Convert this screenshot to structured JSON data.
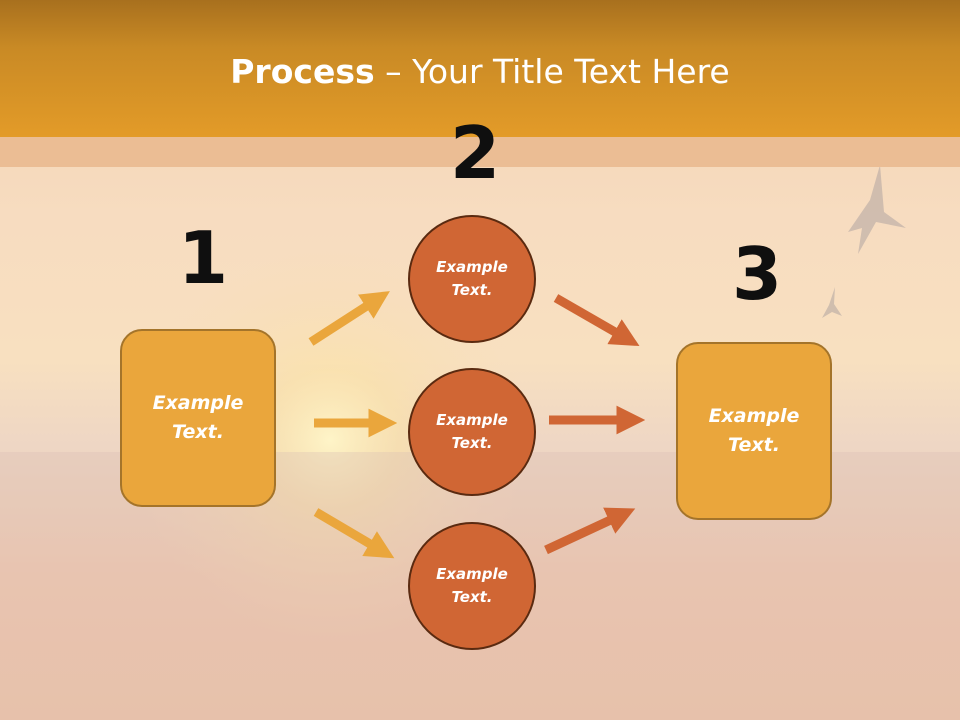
{
  "title": {
    "bold": "Process",
    "rest": " – Your Title Text Here"
  },
  "steps": [
    {
      "number": "1",
      "label": "Example\nText."
    },
    {
      "number": "2"
    },
    {
      "number": "3",
      "label": "Example\nText."
    }
  ],
  "circles": [
    {
      "label": "Example\nText."
    },
    {
      "label": "Example\nText."
    },
    {
      "label": "Example\nText."
    }
  ],
  "colors": {
    "title_band": "#e39b28",
    "box_fill": "#eaa63c",
    "circle_fill": "#d06634",
    "arrow_light": "#eaa63c",
    "arrow_dark": "#d06634"
  }
}
